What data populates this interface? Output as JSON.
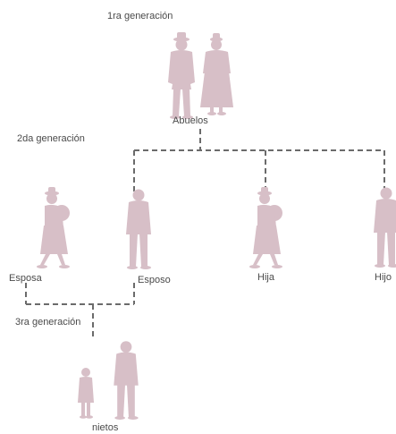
{
  "labels": {
    "gen1": "1ra generación",
    "gen2": "2da generación",
    "gen3": "3ra generación",
    "abuelos": "Abuelos",
    "esposa": "Esposa",
    "esposo": "Esposo",
    "hija": "Hija",
    "hijo": "Hijo",
    "nietos": "nietos"
  },
  "colors": {
    "figure": "#d7bfc7",
    "line": "#6b6b6b",
    "text": "#4a4a4a"
  },
  "icons": [
    "man-with-hat-figure",
    "woman-with-shawl-figure",
    "man-figure",
    "woman-walking-figure",
    "girl-figure"
  ]
}
